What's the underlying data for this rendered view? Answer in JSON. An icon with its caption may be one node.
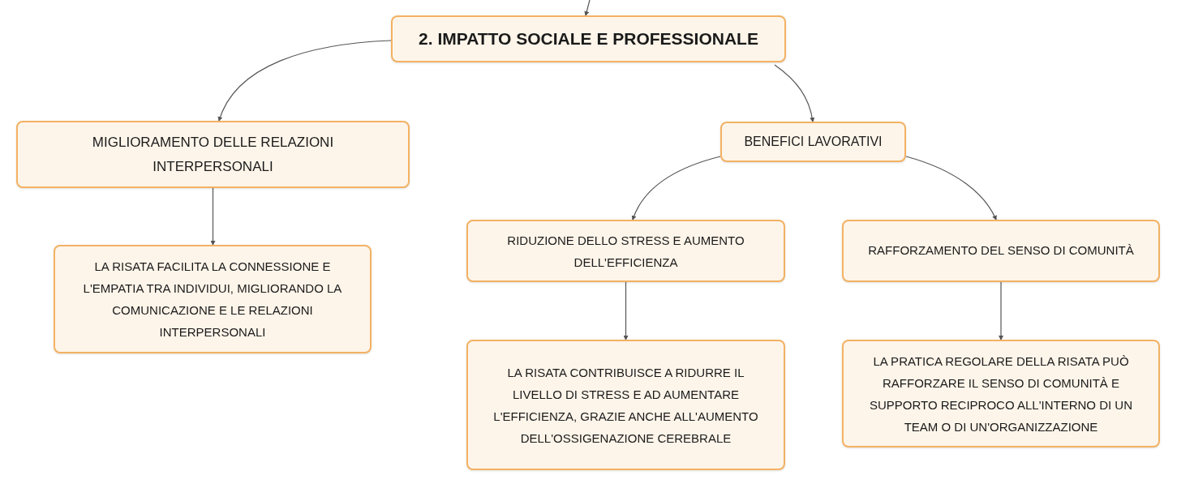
{
  "diagram": {
    "nodes": [
      {
        "text": [
          "2. IMPATTO SOCIALE E PROFESSIONALE"
        ]
      },
      {
        "text": [
          "MIGLIORAMENTO DELLE RELAZIONI INTERPERSONALI"
        ]
      },
      {
        "text": [
          "BENEFICI LAVORATIVI"
        ]
      },
      {
        "text": [
          "LA RISATA FACILITA LA CONNESSIONE E L'EMPATIA TRA INDIVIDUI, MIGLIORANDO LA COMUNICAZIONE E LE RELAZIONI INTERPERSONALI"
        ]
      },
      {
        "text": [
          "RIDUZIONE DELLO STRESS E AUMENTO DELL'EFFICIENZA"
        ]
      },
      {
        "text": [
          "RAFFORZAMENTO DEL SENSO DI COMUNITÀ"
        ]
      },
      {
        "text": [
          "LA RISATA CONTRIBUISCE A RIDURRE IL LIVELLO DI STRESS E AD AUMENTARE L'EFFICIENZA, GRAZIE ANCHE ALL'AUMENTO DELL'OSSIGENAZIONE CEREBRALE"
        ]
      },
      {
        "text": [
          "LA PRATICA REGOLARE DELLA RISATA PUÒ RAFFORZARE IL SENSO DI COMUNITÀ E SUPPORTO RECIPROCO ALL'INTERNO DI UN TEAM O DI UN'ORGANIZZAZIONE"
        ]
      }
    ],
    "edges": [
      {
        "from": null,
        "to": 0,
        "arrow": "to"
      },
      {
        "from": 0,
        "to": 1,
        "arrow": "to"
      },
      {
        "from": 0,
        "to": 2,
        "arrow": "to"
      },
      {
        "from": 1,
        "to": 3,
        "arrow": "to"
      },
      {
        "from": 2,
        "to": 4,
        "arrow": "to"
      },
      {
        "from": 2,
        "to": 5,
        "arrow": "to"
      },
      {
        "from": 4,
        "to": 6,
        "arrow": "to"
      },
      {
        "from": 5,
        "to": 7,
        "arrow": "to"
      }
    ]
  }
}
